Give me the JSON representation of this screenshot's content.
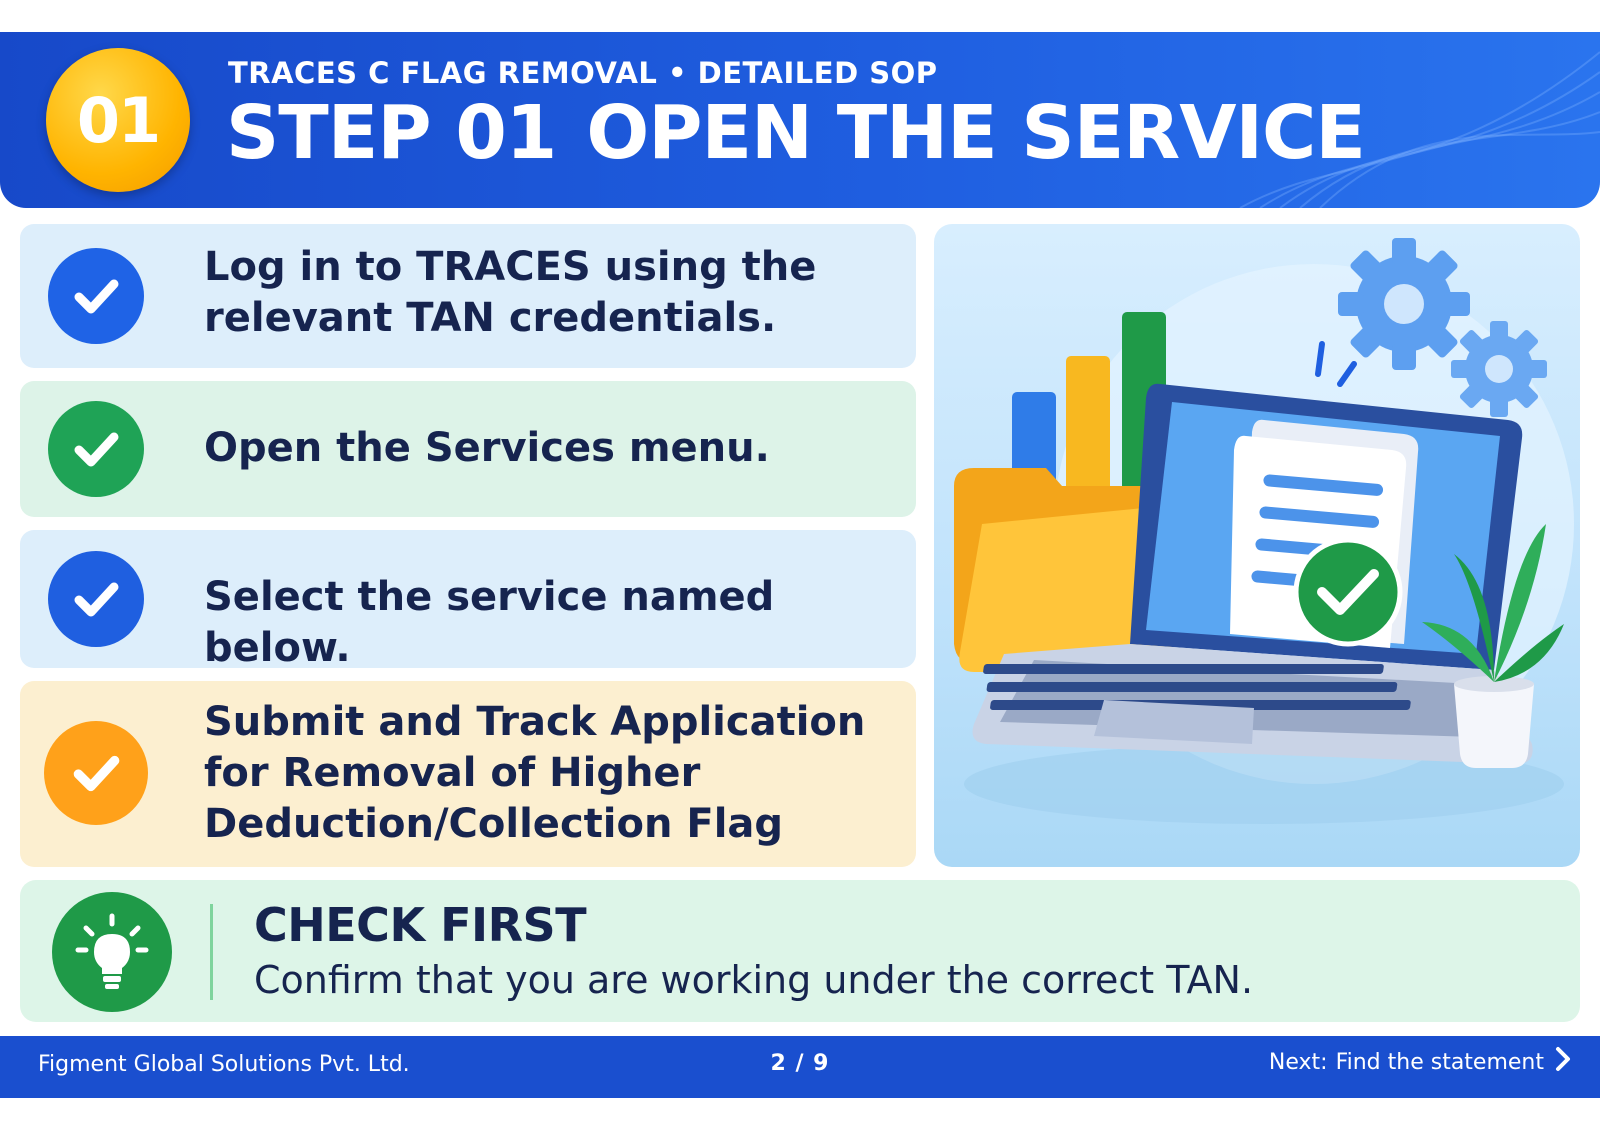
{
  "header": {
    "badge": "01",
    "eyebrow": "TRACES C FLAG REMOVAL • DETAILED SOP",
    "title_step": "STEP 01",
    "title_text": "OPEN THE SERVICE"
  },
  "steps": [
    {
      "text": "Log in to TRACES using the relevant TAN credentials.",
      "color": "#1f63e6"
    },
    {
      "text": "Open the Services menu.",
      "color": "#1fa356"
    },
    {
      "text": "Select the service named below.",
      "color": "#1f5fe0"
    },
    {
      "text": "Submit and Track Application for Removal of Higher Deduction/Collection Flag",
      "color": "#ffa11a"
    }
  ],
  "tip": {
    "title": "CHECK FIRST",
    "body": "Confirm that you are working under the correct TAN.",
    "icon": "lightbulb-icon"
  },
  "footer": {
    "company": "Figment Global Solutions Pvt. Ltd.",
    "pager": "2 / 9",
    "next_label": "Next:",
    "next_text": "Find the statement"
  }
}
